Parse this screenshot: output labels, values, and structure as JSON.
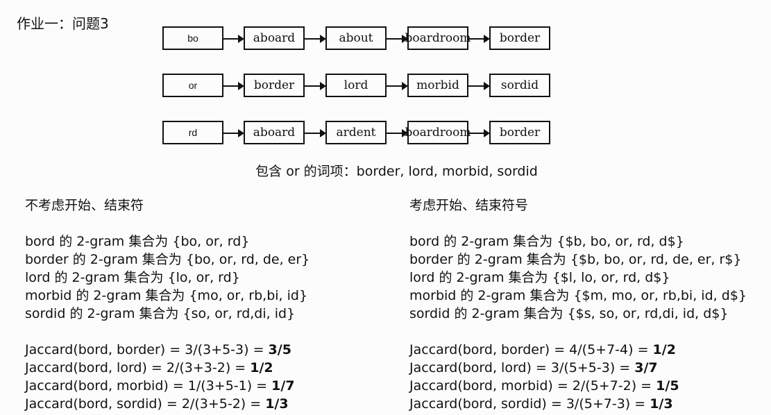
{
  "title": "作业一：问题3",
  "lists": [
    {
      "gram": "bo",
      "terms": [
        "aboard",
        "about",
        "boardroom",
        "border"
      ]
    },
    {
      "gram": "or",
      "terms": [
        "border",
        "lord",
        "morbid",
        "sordid"
      ]
    },
    {
      "gram": "rd",
      "terms": [
        "aboard",
        "ardent",
        "boardroom",
        "border"
      ]
    }
  ],
  "summary": "包含 or 的词项：border, lord, morbid, sordid",
  "left": {
    "heading": "不考虑开始、结束符",
    "sets": [
      "bord 的 2-gram 集合为 {bo, or, rd}",
      "border 的 2-gram 集合为 {bo, or, rd, de, er}",
      "lord 的 2-gram 集合为 {lo, or, rd}",
      "morbid 的 2-gram 集合为 {mo, or, rb,bi, id}",
      "sordid 的 2-gram 集合为 {so, or, rd,di, id}"
    ],
    "jaccard": [
      {
        "expr": "Jaccard(bord, border) = 3/(3+5-3) = ",
        "result": "3/5"
      },
      {
        "expr": "Jaccard(bord, lord) = 2/(3+3-2) = ",
        "result": "1/2"
      },
      {
        "expr": "Jaccard(bord, morbid) = 1/(3+5-1) = ",
        "result": "1/7"
      },
      {
        "expr": "Jaccard(bord, sordid) = 2/(3+5-2) = ",
        "result": "1/3"
      }
    ]
  },
  "right": {
    "heading": "考虑开始、结束符号",
    "sets": [
      "bord 的 2-gram 集合为 {$b, bo, or, rd, d$}",
      "border 的 2-gram 集合为 {$b, bo, or, rd, de, er, r$}",
      "lord 的 2-gram 集合为 {$l, lo, or, rd, d$}",
      "morbid 的 2-gram 集合为 {$m, mo, or, rb,bi, id, d$}",
      "sordid 的 2-gram 集合为 {$s, so, or, rd,di, id, d$}"
    ],
    "jaccard": [
      {
        "expr": "Jaccard(bord, border) = 4/(5+7-4) = ",
        "result": "1/2"
      },
      {
        "expr": "Jaccard(bord, lord) = 3/(5+5-3) = ",
        "result": "3/7"
      },
      {
        "expr": "Jaccard(bord, morbid) = 2/(5+7-2) = ",
        "result": "1/5"
      },
      {
        "expr": "Jaccard(bord, sordid) = 3/(5+7-3) = ",
        "result": "1/3"
      }
    ]
  }
}
